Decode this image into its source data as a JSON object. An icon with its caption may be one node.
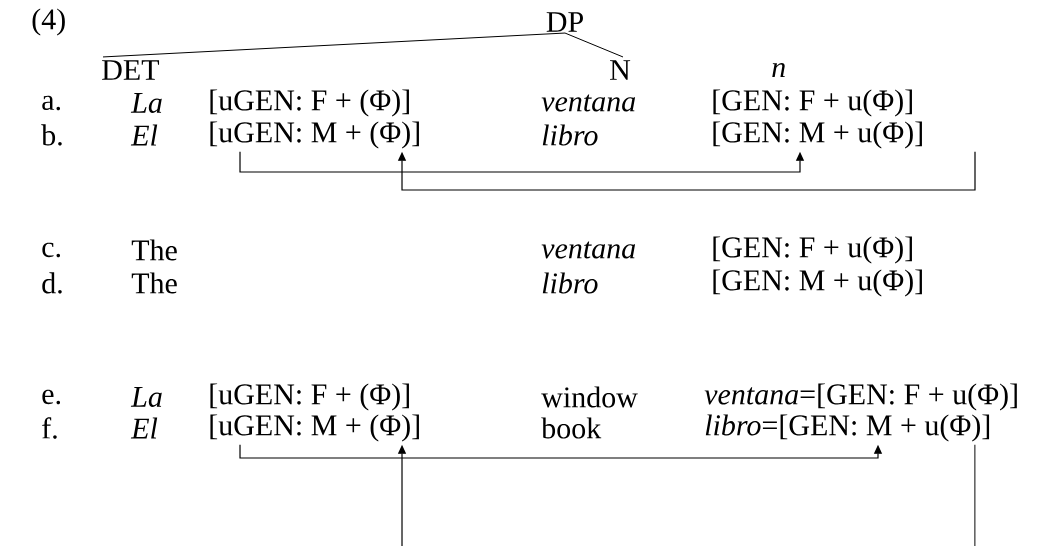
{
  "diagram": {
    "nodes": [
      {
        "text": [
          "DP"
        ]
      },
      {
        "text": [
          "DET"
        ]
      },
      {
        "text": [
          "N"
        ]
      },
      {
        "text": [
          "[uGEN: M + (Φ)]"
        ]
      },
      {
        "text": [
          "[GEN: M + u(Φ)]"
        ]
      },
      {
        "text": [
          "[uGEN: M + (Φ)]"
        ]
      },
      {
        "text": [
          "*libro*=[GEN: M + u(Φ)]"
        ]
      }
    ],
    "edges": [
      {
        "from": 0,
        "to": 1,
        "arrow": "none"
      },
      {
        "from": 0,
        "to": 2,
        "arrow": "none"
      },
      {
        "from": 3,
        "to": 4,
        "arrow": "to"
      },
      {
        "from": 4,
        "to": 3,
        "arrow": "to"
      },
      {
        "from": 5,
        "to": 6,
        "arrow": "to"
      },
      {
        "from": 6,
        "to": 5,
        "arrow": "to"
      }
    ],
    "labels": [
      "(4)",
      "n",
      "a.",
      "La",
      "[uGEN: F + (Φ)]",
      "ventana",
      "[GEN: F + u(Φ)]",
      "b.",
      "El",
      "libro",
      "c.",
      "The",
      "ventana",
      "[GEN: F + u(Φ)]",
      "d.",
      "The",
      "libro",
      "[GEN: M + u(Φ)]",
      "e.",
      "La",
      "[uGEN: F + (Φ)]",
      "window",
      "*ventana*=[GEN: F + u(Φ)]",
      "f.",
      "El",
      "book"
    ]
  }
}
